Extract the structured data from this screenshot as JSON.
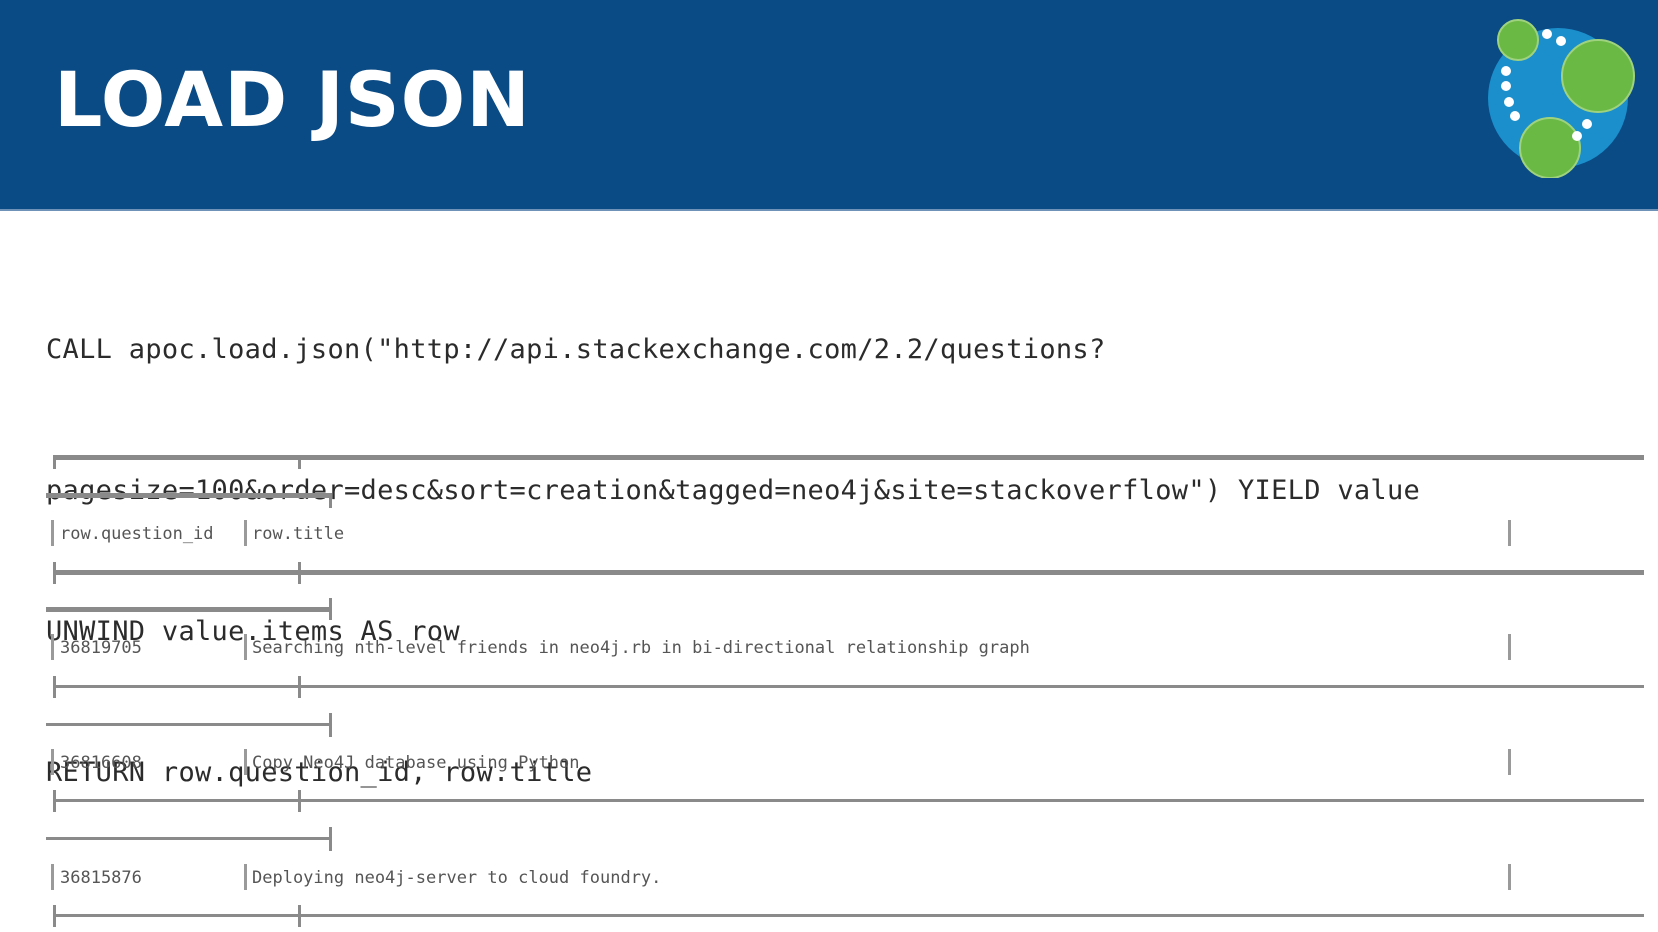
{
  "slide": {
    "title": "LOAD JSON",
    "logo": "neo4j-logo-icon",
    "colors": {
      "header_bg": "#0a4a85",
      "logo_blue": "#1a8fcb",
      "logo_green": "#6ab944",
      "text": "#2b2b2b",
      "table_line": "#8a8a8a"
    }
  },
  "code": {
    "lines": [
      "CALL apoc.load.json(\"http://api.stackexchange.com/2.2/questions?",
      "pagesize=100&order=desc&sort=creation&tagged=neo4j&site=stackoverflow\") YIELD value",
      "UNWIND value.items AS row",
      "RETURN row.question_id, row.title"
    ]
  },
  "table": {
    "columns": [
      "row.question_id",
      "row.title"
    ],
    "rows": [
      {
        "question_id": "36819705",
        "title": "Searching nth-level friends in neo4j.rb in bi-directional relationship graph"
      },
      {
        "question_id": "36816608",
        "title": "Copy Neo4J database using Python"
      },
      {
        "question_id": "36815876",
        "title": "Deploying neo4j-server to cloud foundry."
      }
    ]
  }
}
